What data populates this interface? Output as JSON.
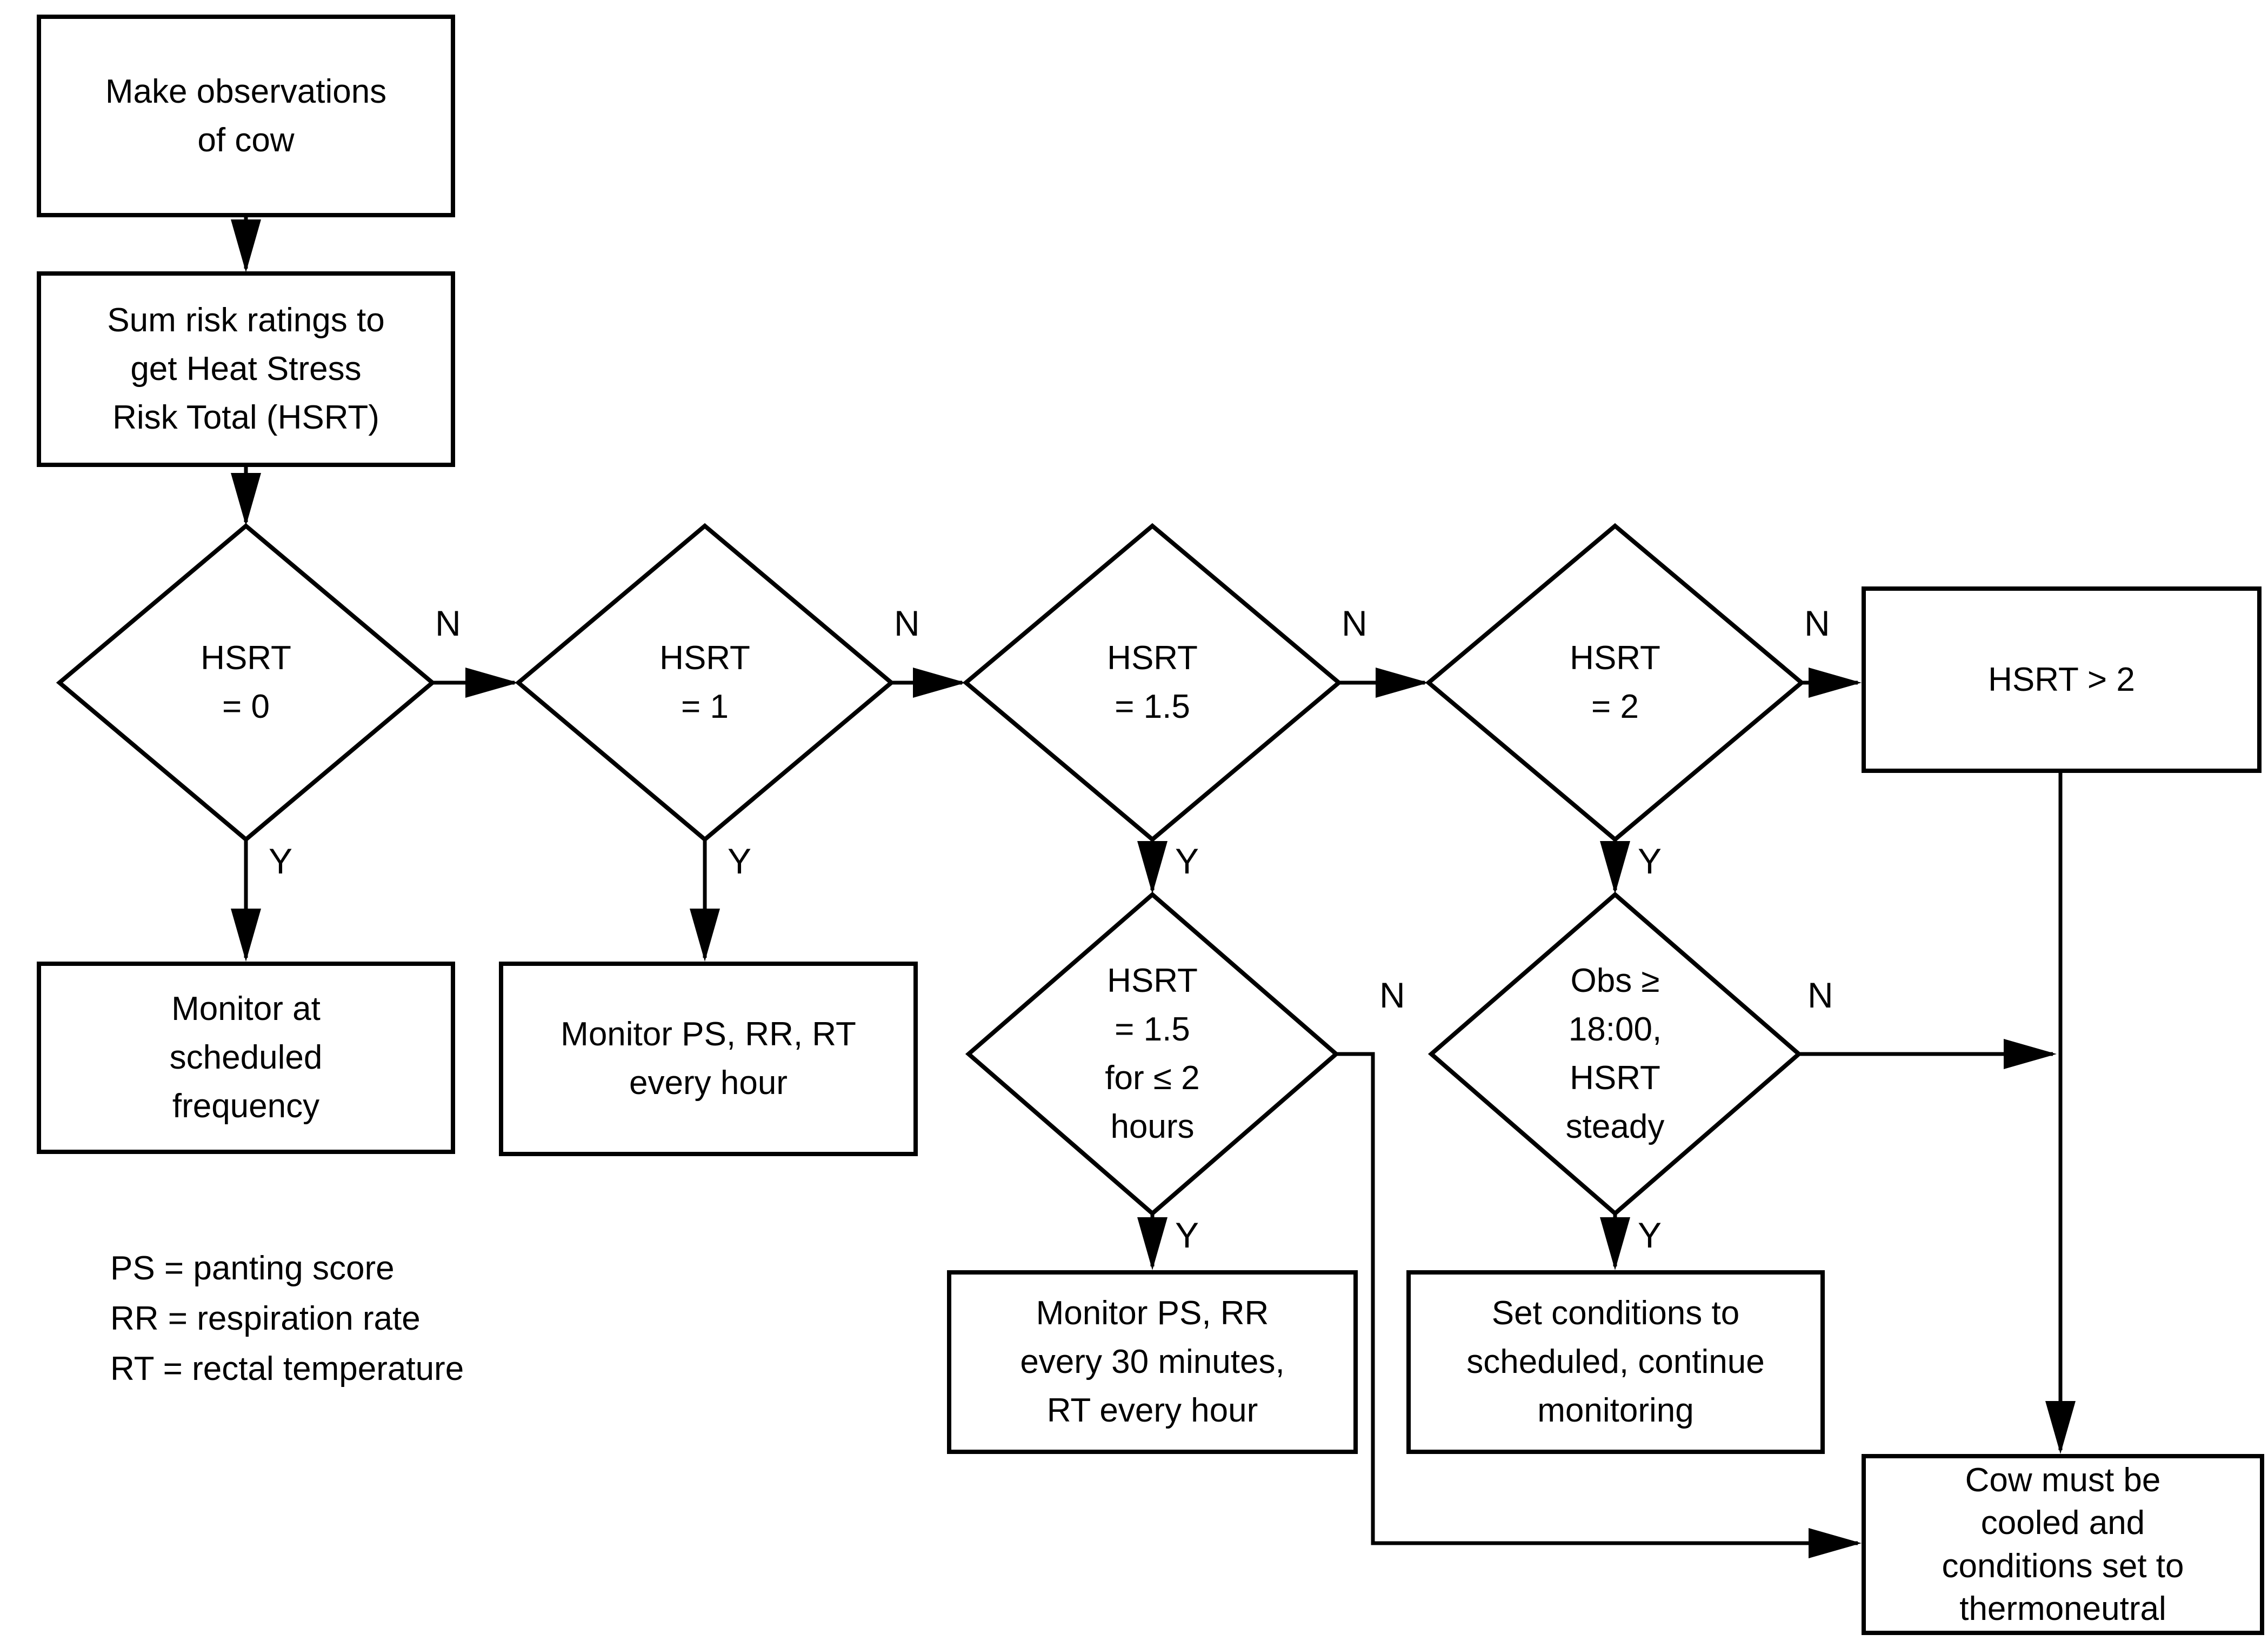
{
  "nodes": {
    "start": {
      "lines": [
        "Make observations",
        "of cow"
      ]
    },
    "sum": {
      "lines": [
        "Sum risk ratings to",
        "get Heat Stress",
        "Risk Total (HSRT)"
      ]
    },
    "d_hsrt0": {
      "lines": [
        "HSRT",
        "= 0"
      ]
    },
    "d_hsrt1": {
      "lines": [
        "HSRT",
        "= 1"
      ]
    },
    "d_hsrt15": {
      "lines": [
        "HSRT",
        "= 1.5"
      ]
    },
    "d_hsrt2": {
      "lines": [
        "HSRT",
        "= 2"
      ]
    },
    "hsrt_gt2": {
      "lines": [
        "HSRT > 2"
      ]
    },
    "monitor_scheduled": {
      "lines": [
        "Monitor at",
        "scheduled",
        "frequency"
      ]
    },
    "monitor_hourly": {
      "lines": [
        "Monitor PS, RR, RT",
        "every hour"
      ]
    },
    "d_hsrt15_2h": {
      "lines": [
        "HSRT",
        "= 1.5",
        "for ≤ 2",
        "hours"
      ]
    },
    "d_obs18": {
      "lines": [
        "Obs ≥",
        "18:00,",
        "HSRT",
        "steady"
      ]
    },
    "monitor_30min": {
      "lines": [
        "Monitor PS, RR",
        "every 30 minutes,",
        "RT every hour"
      ]
    },
    "set_conditions": {
      "lines": [
        "Set conditions to",
        "scheduled,  continue",
        "monitoring"
      ]
    },
    "cow_cooled": {
      "lines": [
        "Cow must be",
        "cooled and",
        "conditions set to",
        "thermoneutral"
      ]
    }
  },
  "edge_labels": {
    "no": "N",
    "yes": "Y"
  },
  "legend": {
    "lines": [
      "PS = panting score",
      "RR = respiration rate",
      "RT = rectal temperature"
    ]
  },
  "colors": {
    "line": "#000000",
    "background": "#ffffff",
    "text": "#000000"
  }
}
